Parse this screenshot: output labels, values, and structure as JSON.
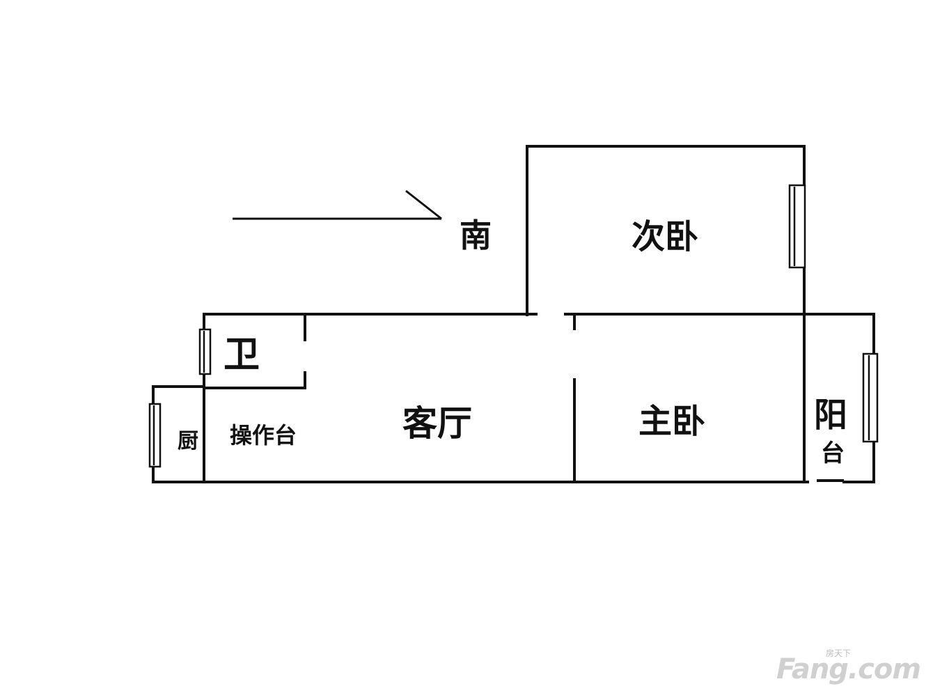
{
  "floor_plan": {
    "compass_label": "南",
    "rooms": {
      "second_bedroom": "次卧",
      "master_bedroom": "主卧",
      "living_room": "客厅",
      "bathroom": "卫",
      "kitchen": "厨",
      "counter": "操作台",
      "balcony_top": "阳",
      "balcony_bottom": "台"
    }
  },
  "watermark": {
    "top_text": "房天下",
    "main_text": "Fang.com"
  },
  "colors": {
    "wall": "#111111",
    "window_frame": "#111111",
    "window_glass": "#ffffff",
    "watermark": "#d0d0d0"
  }
}
